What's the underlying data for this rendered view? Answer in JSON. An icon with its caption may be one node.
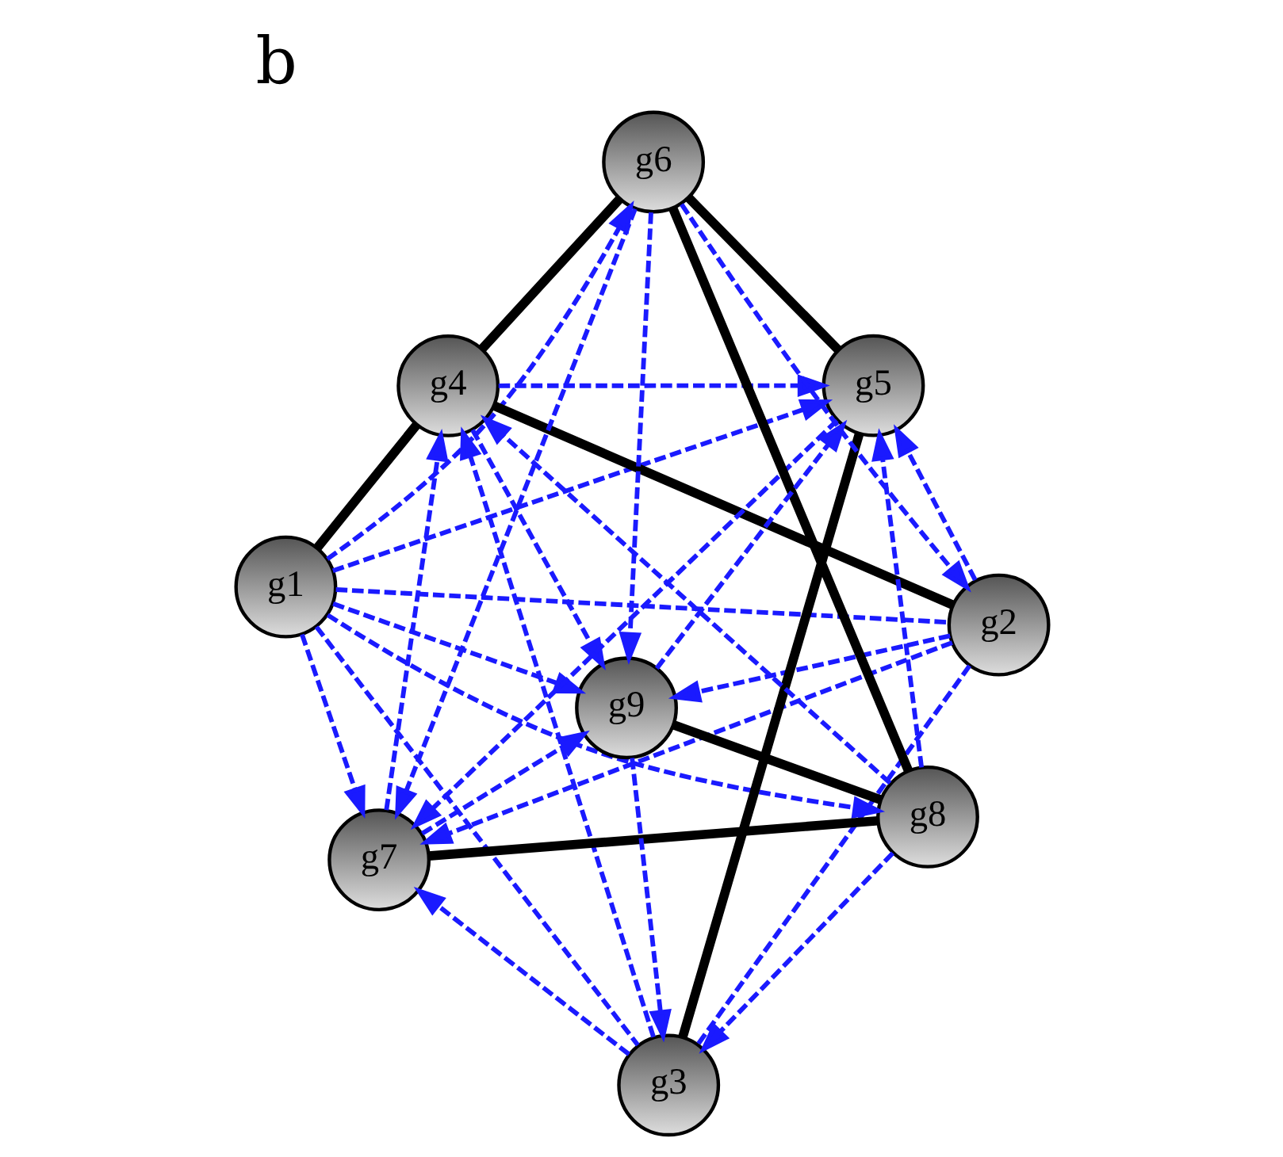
{
  "diagram": {
    "title": "b",
    "nodes": [
      {
        "text": [
          "g1"
        ]
      },
      {
        "text": [
          "g2"
        ]
      },
      {
        "text": [
          "g3"
        ]
      },
      {
        "text": [
          "g4"
        ]
      },
      {
        "text": [
          "g5"
        ]
      },
      {
        "text": [
          "g6"
        ]
      },
      {
        "text": [
          "g7"
        ]
      },
      {
        "text": [
          "g8"
        ]
      },
      {
        "text": [
          "g9"
        ]
      }
    ],
    "edges": [
      {
        "from": 0,
        "to": 3,
        "arrow": "none",
        "style": "thick",
        "color": "#000000"
      },
      {
        "from": 1,
        "to": 3,
        "arrow": "none",
        "style": "thick",
        "color": "#000000"
      },
      {
        "from": 3,
        "to": 5,
        "arrow": "none",
        "style": "thick",
        "color": "#000000"
      },
      {
        "from": 2,
        "to": 4,
        "arrow": "none",
        "style": "thick",
        "color": "#000000"
      },
      {
        "from": 4,
        "to": 5,
        "arrow": "none",
        "style": "thick",
        "color": "#000000"
      },
      {
        "from": 5,
        "to": 7,
        "arrow": "none",
        "style": "thick",
        "color": "#000000"
      },
      {
        "from": 6,
        "to": 7,
        "arrow": "none",
        "style": "thick",
        "color": "#000000"
      },
      {
        "from": 7,
        "to": 8,
        "arrow": "none",
        "style": "thick",
        "color": "#000000"
      },
      {
        "from": 0,
        "to": 6,
        "arrow": "to",
        "style": "dashed"
      },
      {
        "from": 0,
        "to": 1,
        "arrow": "none",
        "style": "dashed"
      },
      {
        "from": 0,
        "to": 7,
        "arrow": "to",
        "style": "dashed"
      },
      {
        "from": 0,
        "to": 5,
        "arrow": "to",
        "style": "dashed"
      },
      {
        "from": 0,
        "to": 4,
        "arrow": "to",
        "style": "dashed"
      },
      {
        "from": 0,
        "to": 8,
        "arrow": "to",
        "style": "dashed"
      },
      {
        "from": 0,
        "to": 2,
        "arrow": "none",
        "style": "dashed"
      },
      {
        "from": 1,
        "to": 2,
        "arrow": "none",
        "style": "dashed"
      },
      {
        "from": 5,
        "to": 1,
        "arrow": "to",
        "style": "dashed"
      },
      {
        "from": 1,
        "to": 6,
        "arrow": "to",
        "style": "dashed"
      },
      {
        "from": 1,
        "to": 4,
        "arrow": "to",
        "style": "dashed"
      },
      {
        "from": 1,
        "to": 8,
        "arrow": "to",
        "style": "dashed"
      },
      {
        "from": 2,
        "to": 3,
        "arrow": "to",
        "style": "dashed"
      },
      {
        "from": 8,
        "to": 2,
        "arrow": "to",
        "style": "dashed"
      },
      {
        "from": 7,
        "to": 2,
        "arrow": "to",
        "style": "dashed"
      },
      {
        "from": 2,
        "to": 6,
        "arrow": "to",
        "style": "dashed"
      },
      {
        "from": 3,
        "to": 4,
        "arrow": "to",
        "style": "dashed"
      },
      {
        "from": 7,
        "to": 3,
        "arrow": "to",
        "style": "dashed"
      },
      {
        "from": 6,
        "to": 3,
        "arrow": "to",
        "style": "dashed"
      },
      {
        "from": 3,
        "to": 8,
        "arrow": "to",
        "style": "dashed"
      },
      {
        "from": 8,
        "to": 4,
        "arrow": "to",
        "style": "dashed"
      },
      {
        "from": 7,
        "to": 4,
        "arrow": "to",
        "style": "dashed"
      },
      {
        "from": 4,
        "to": 6,
        "arrow": "to",
        "style": "dashed"
      },
      {
        "from": 5,
        "to": 6,
        "arrow": "to",
        "style": "dashed"
      },
      {
        "from": 5,
        "to": 8,
        "arrow": "to",
        "style": "dashed"
      },
      {
        "from": 6,
        "to": 8,
        "arrow": "to",
        "style": "dashed"
      }
    ]
  }
}
